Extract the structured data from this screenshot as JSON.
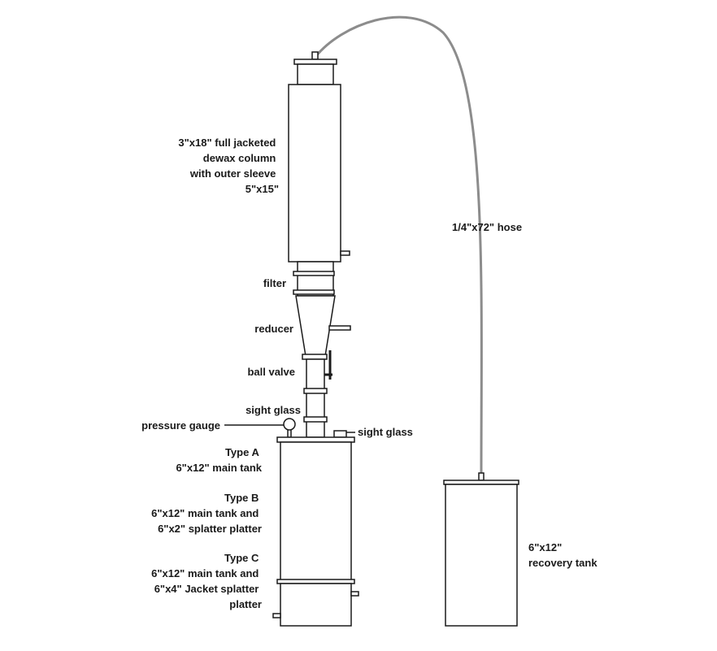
{
  "labels": {
    "column": [
      "3\"x18\" full jacketed",
      "dewax column",
      "with outer sleeve",
      "5\"x15\""
    ],
    "hose": "1/4\"x72\" hose",
    "filter": "filter",
    "reducer": "reducer",
    "ball_valve": "ball valve",
    "sight_glass_upper": "sight glass",
    "pressure_gauge": "pressure gauge",
    "sight_glass_right": "sight glass",
    "type_a": [
      "Type A",
      "6\"x12\" main tank"
    ],
    "type_b": [
      "Type B",
      "6\"x12\" main tank and",
      "6\"x2\" splatter platter"
    ],
    "type_c": [
      "Type C",
      "6\"x12\" main tank and",
      "6\"x4\" Jacket splatter",
      "platter"
    ],
    "recovery_tank": [
      "6\"x12\"",
      "recovery tank"
    ]
  }
}
